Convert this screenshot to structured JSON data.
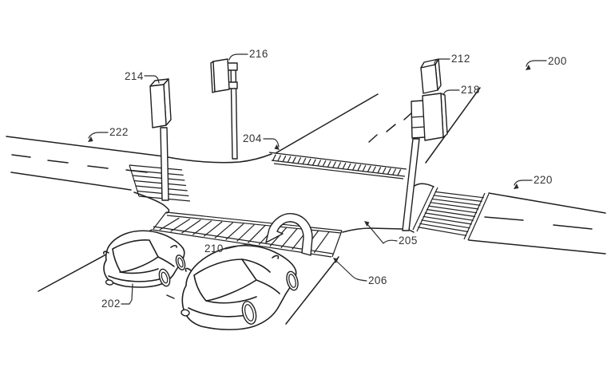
{
  "figure": {
    "kind": "patent-line-drawing",
    "description": "Perspective view of a four-way road intersection with traffic signals, striped crosswalks, two vehicles and a curved turn arrow, annotated with reference numerals"
  },
  "style": {
    "background": "#ffffff",
    "line_color": "#1f1f1f",
    "label_color": "#333333"
  },
  "figure_labels": {
    "overall": "200",
    "vehicle_first": "202",
    "crosswalk_top": "204",
    "curb_corner": "205",
    "crosswalk_near": "206",
    "turn_arrow": "210",
    "signal_upper_right": "212",
    "signal_left": "214",
    "signal_middle": "216",
    "signal_lower_right": "218",
    "road_right": "220",
    "road_left": "222"
  }
}
